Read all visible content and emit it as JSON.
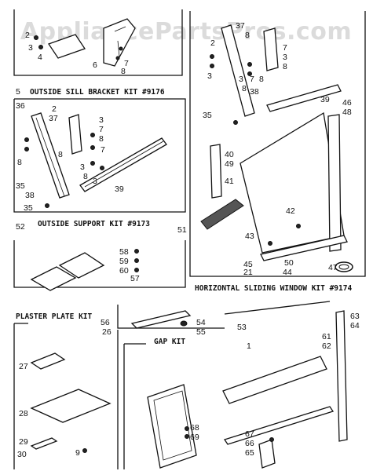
{
  "watermark": "AppliancePartsPros.com",
  "kits": {
    "outside_sill": "OUTSIDE SILL BRACKET KIT #9176",
    "outside_support": "OUTSIDE SUPPORT KIT #9173",
    "horizontal_window": "HORIZONTAL SLIDING WINDOW KIT #9174",
    "plaster_plate": "PLASTER PLATE KIT",
    "gap": "GAP KIT"
  },
  "callouts": {
    "sill": [
      "2",
      "3",
      "4",
      "6",
      "7",
      "8"
    ],
    "sill_ref": "5",
    "support": [
      "36",
      "2",
      "37",
      "3",
      "7",
      "8",
      "8",
      "7",
      "3",
      "8",
      "3",
      "8",
      "35",
      "38",
      "39",
      "35"
    ],
    "support_ref": "52",
    "window": [
      "2",
      "3",
      "37",
      "8",
      "7",
      "3",
      "8",
      "3",
      "8",
      "7",
      "8",
      "38",
      "39",
      "35",
      "40",
      "49",
      "41",
      "46",
      "48",
      "42",
      "43",
      "45",
      "21",
      "50",
      "44",
      "47"
    ],
    "window_ref": "51",
    "plaster": [
      "58",
      "59",
      "60",
      "57"
    ],
    "gap": [
      "54",
      "55"
    ],
    "gap_ref": "56",
    "lower": [
      "26",
      "27",
      "28",
      "29",
      "30",
      "9"
    ],
    "right": [
      "53",
      "1",
      "61",
      "62",
      "63",
      "64",
      "68",
      "69",
      "67",
      "66",
      "65"
    ]
  }
}
